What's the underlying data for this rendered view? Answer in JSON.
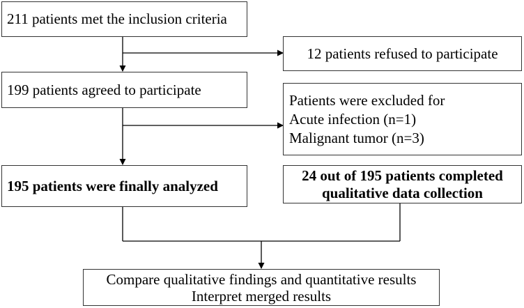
{
  "boxes": {
    "inclusion": "211 patients met the inclusion criteria",
    "refused": "12 patients refused to participate",
    "agreed": "199 patients agreed to participate",
    "excluded": {
      "heading": "Patients were excluded for",
      "reason_1": "Acute infection (n=1)",
      "reason_2": "Malignant tumor (n=3)"
    },
    "analyzed": "195 patients were finally analyzed",
    "qualitative": {
      "line_1": "24 out of 195 patients completed",
      "line_2": "qualitative data collection"
    },
    "merged": {
      "line_1": "Compare qualitative findings and quantitative results",
      "line_2": "Interpret merged results"
    }
  },
  "colors": {
    "border": "#333333",
    "line": "#000000",
    "text": "#000000",
    "background": "#ffffff"
  }
}
